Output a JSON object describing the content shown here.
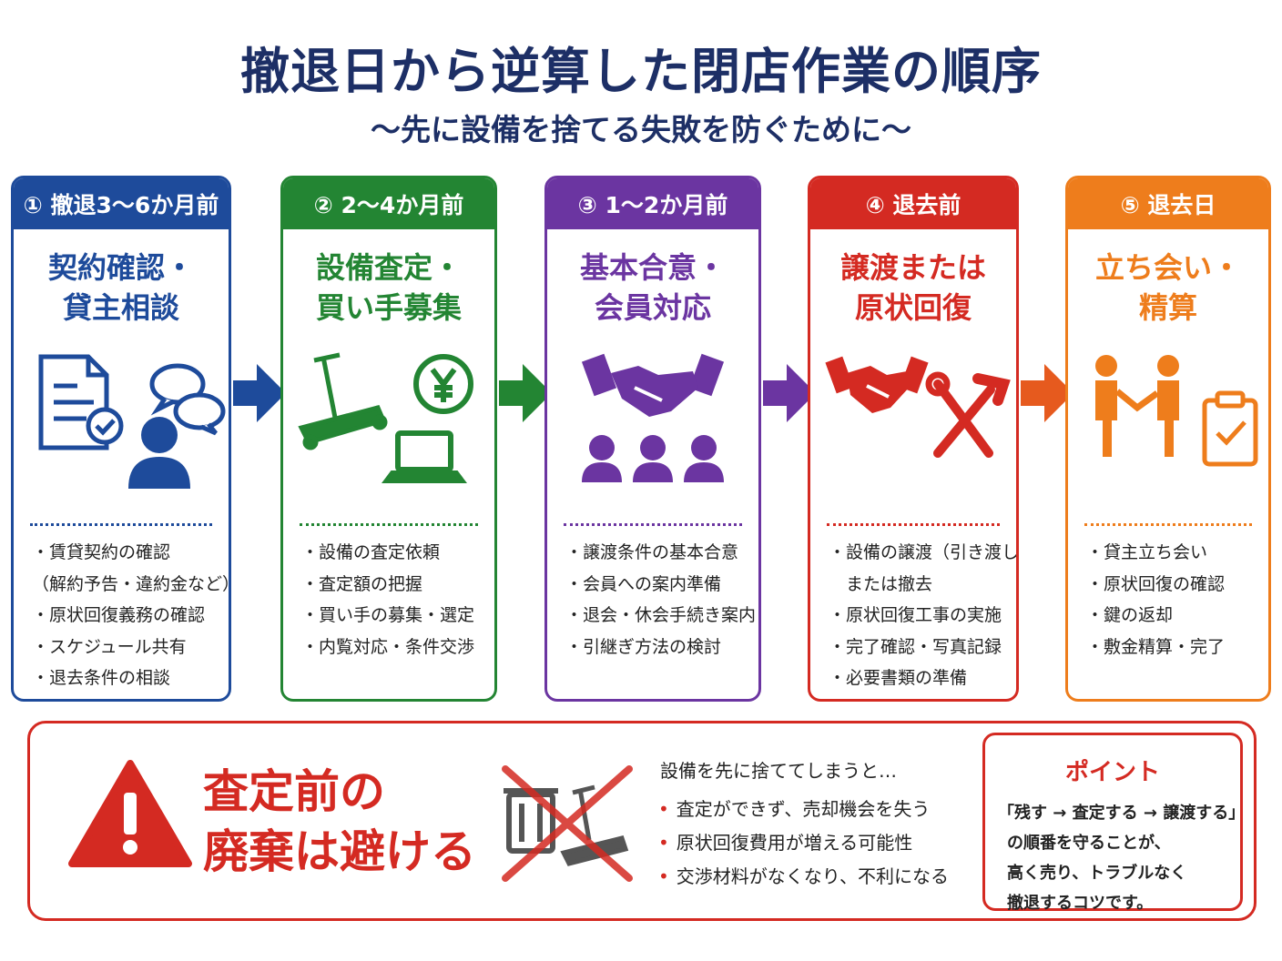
{
  "title": "撤退日から逆算した閉店作業の順序",
  "subtitle": "〜先に設備を捨てる失敗を防ぐために〜",
  "colors": {
    "navy": "#1d2f66",
    "blue": "#1e4b9b",
    "green": "#238533",
    "purple": "#6b35a1",
    "red": "#d42a22",
    "orange": "#ee7d1c"
  },
  "steps": [
    {
      "header": "① 撤退3〜6か月前",
      "title_line1": "契約確認・",
      "title_line2": "貸主相談",
      "icons": [
        "document-check-icon",
        "chat-bubbles-icon",
        "person-icon"
      ],
      "items": [
        "・賃貸契約の確認",
        "（解約予告・違約金など）",
        "・原状回復義務の確認",
        "・スケジュール共有",
        "・退去条件の相談"
      ]
    },
    {
      "header": "② 2〜4か月前",
      "title_line1": "設備査定・",
      "title_line2": "買い手募集",
      "icons": [
        "treadmill-icon",
        "yen-coin-icon",
        "laptop-icon"
      ],
      "items": [
        "・設備の査定依頼",
        "・査定額の把握",
        "・買い手の募集・選定",
        "・内覧対応・条件交渉"
      ]
    },
    {
      "header": "③ 1〜2か月前",
      "title_line1": "基本合意・",
      "title_line2": "会員対応",
      "icons": [
        "handshake-icon",
        "group-icon"
      ],
      "items": [
        "・譲渡条件の基本合意",
        "・会員への案内準備",
        "・退会・休会手続き案内",
        "・引継ぎ方法の検討"
      ]
    },
    {
      "header": "④ 退去前",
      "title_line1": "譲渡または",
      "title_line2": "原状回復",
      "icons": [
        "handshake-icon",
        "wrench-hammer-icon"
      ],
      "items": [
        "・設備の譲渡（引き渡し）",
        "　または撤去",
        "・原状回復工事の実施",
        "・完了確認・写真記録",
        "・必要書類の準備"
      ]
    },
    {
      "header": "⑤ 退去日",
      "title_line1": "立ち会い・",
      "title_line2": "精算",
      "icons": [
        "two-people-icon",
        "clipboard-check-icon"
      ],
      "items": [
        "・貸主立ち会い",
        "・原状回復の確認",
        "・鍵の返却",
        "・敷金精算・完了"
      ]
    }
  ],
  "warning": {
    "headline_line1": "査定前の",
    "headline_line2": "廃棄は避ける",
    "intro": "設備を先に捨ててしまうと…",
    "items": [
      "査定ができず、売却機会を失う",
      "原状回復費用が増える可能性",
      "交渉材料がなくなり、不利になる"
    ],
    "point": {
      "title": "ポイント",
      "line1": "「残す → 査定する → 譲渡する」",
      "line2": "の順番を守ることが、",
      "line3": "高く売り、トラブルなく",
      "line4": "撤退するコツです。"
    }
  }
}
